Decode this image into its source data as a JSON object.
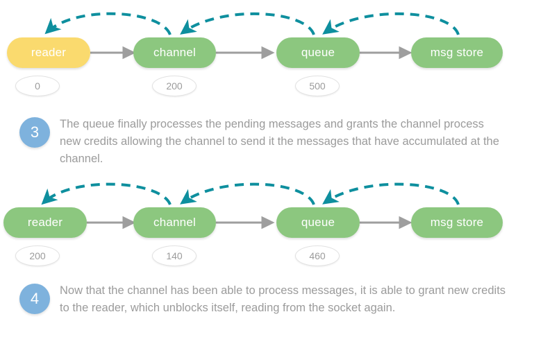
{
  "colors": {
    "node_green": "#8cc77f",
    "node_yellow": "#fada6e",
    "arrow_gray": "#9e9e9e",
    "credit_arrow_teal": "#0e8f9e",
    "badge_blue": "#7eb2dd",
    "text_gray": "#9b9b9b",
    "counter_text": "#9b9b9b",
    "background": "#ffffff"
  },
  "diagrams": [
    {
      "id": "diagram-row-1",
      "nodes": [
        {
          "label": "reader",
          "color": "yellow",
          "counter": "0"
        },
        {
          "label": "channel",
          "color": "green",
          "counter": "200"
        },
        {
          "label": "queue",
          "color": "green",
          "counter": "500"
        },
        {
          "label": "msg store",
          "color": "green",
          "counter": null
        }
      ],
      "flow_arrows": [
        {
          "from": "reader",
          "to": "channel",
          "style": "solid",
          "icon": "arrow-right-icon"
        },
        {
          "from": "channel",
          "to": "queue",
          "style": "solid",
          "icon": "arrow-right-icon"
        },
        {
          "from": "queue",
          "to": "msg store",
          "style": "solid",
          "icon": "arrow-right-icon"
        }
      ],
      "credit_arrows": [
        {
          "from": "channel",
          "to": "reader",
          "style": "dashed",
          "icon": "credit-arrow-icon"
        },
        {
          "from": "queue",
          "to": "channel",
          "style": "dashed",
          "icon": "credit-arrow-icon"
        },
        {
          "from": "msg store",
          "to": "queue",
          "style": "dashed",
          "icon": "credit-arrow-icon"
        }
      ]
    },
    {
      "id": "diagram-row-2",
      "nodes": [
        {
          "label": "reader",
          "color": "green",
          "counter": "200"
        },
        {
          "label": "channel",
          "color": "green",
          "counter": "140"
        },
        {
          "label": "queue",
          "color": "green",
          "counter": "460"
        },
        {
          "label": "msg store",
          "color": "green",
          "counter": null
        }
      ],
      "flow_arrows": [
        {
          "from": "reader",
          "to": "channel",
          "style": "solid",
          "icon": "arrow-right-icon"
        },
        {
          "from": "channel",
          "to": "queue",
          "style": "solid",
          "icon": "arrow-right-icon"
        },
        {
          "from": "queue",
          "to": "msg store",
          "style": "solid",
          "icon": "arrow-right-icon"
        }
      ],
      "credit_arrows": [
        {
          "from": "channel",
          "to": "reader",
          "style": "dashed",
          "icon": "credit-arrow-icon"
        },
        {
          "from": "queue",
          "to": "channel",
          "style": "dashed",
          "icon": "credit-arrow-icon"
        },
        {
          "from": "msg store",
          "to": "queue",
          "style": "dashed",
          "icon": "credit-arrow-icon"
        }
      ]
    }
  ],
  "steps": [
    {
      "number": "3",
      "text": "The queue finally processes the pending messages and grants the channel process new credits allowing the channel to send it the messages that have accumulated at the channel."
    },
    {
      "number": "4",
      "text": "Now that the channel has been able to process messages, it is able to grant new credits to the reader, which unblocks itself, reading from the socket again."
    }
  ]
}
